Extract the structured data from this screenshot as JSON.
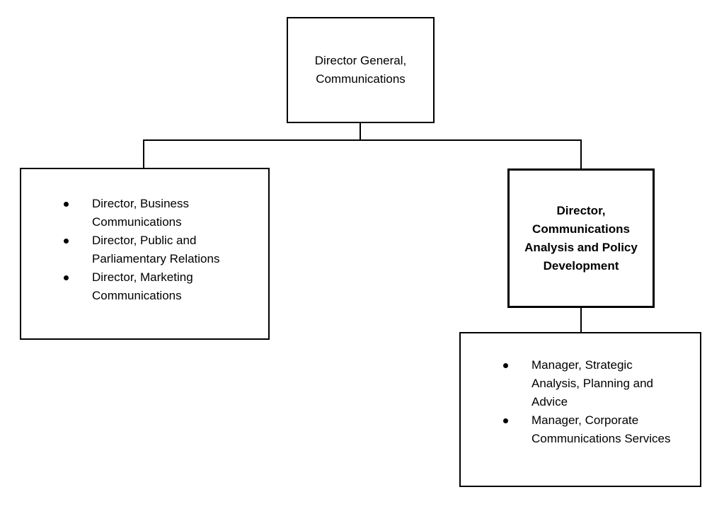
{
  "org_chart": {
    "colors": {
      "line": "#000000",
      "text": "#000000",
      "box_background": "#ffffff",
      "page_background": "#ffffff"
    },
    "nodes": {
      "director_general": {
        "lines": [
          "Director General,",
          "Communications"
        ]
      },
      "directors_group": {
        "bullets": [
          "Director, Business Communications",
          "Director, Public and Parliamentary Relations",
          "Director, Marketing Communications"
        ]
      },
      "director_capd": {
        "lines": [
          "Director,",
          "Communications",
          "Analysis and Policy",
          "Development"
        ]
      },
      "managers_group": {
        "bullets": [
          "Manager, Strategic Analysis, Planning and Advice",
          "Manager, Corporate Communications Services"
        ]
      }
    }
  }
}
